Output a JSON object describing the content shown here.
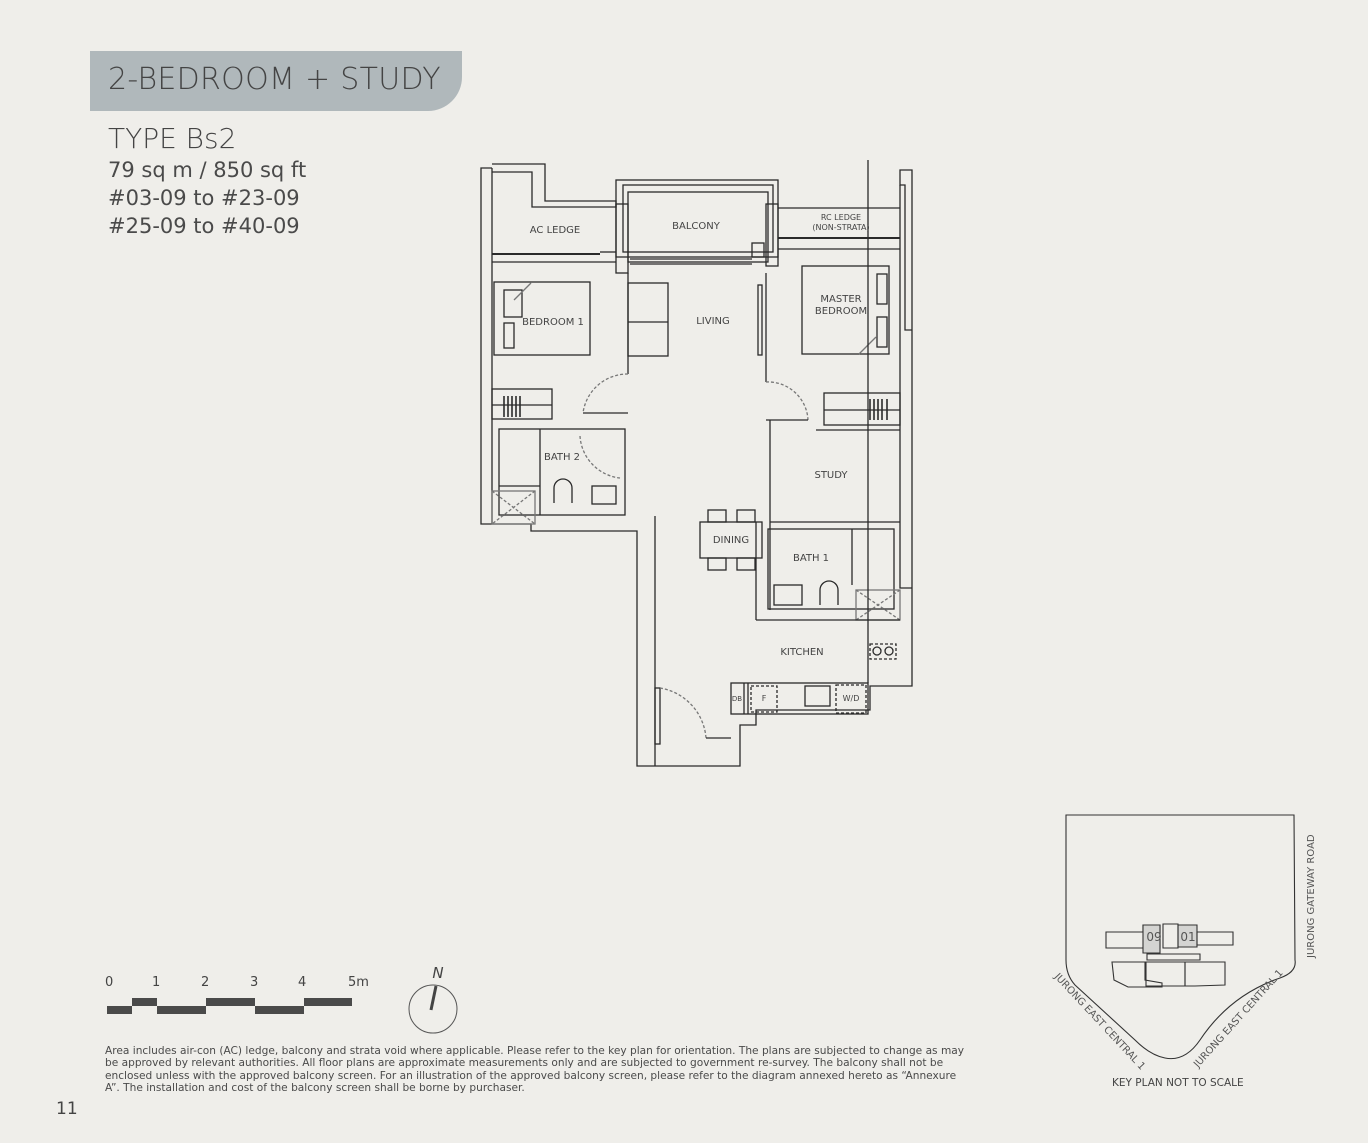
{
  "banner": {
    "title": "2-BEDROOM + STUDY"
  },
  "unit": {
    "type": "TYPE Bs2",
    "area": "79 sq m / 850 sq ft",
    "units_range_1": "#03-09 to #23-09",
    "units_range_2": "#25-09 to #40-09"
  },
  "floor_plan": {
    "rooms": {
      "ac_ledge": "AC LEDGE",
      "balcony": "BALCONY",
      "rc_ledge_line1": "RC LEDGE",
      "rc_ledge_line2": "(NON-STRATA)",
      "bedroom1": "BEDROOM 1",
      "living": "LIVING",
      "master_line1": "MASTER",
      "master_line2": "BEDROOM",
      "bath2": "BATH 2",
      "study": "STUDY",
      "dining": "DINING",
      "bath1": "BATH 1",
      "kitchen": "KITCHEN"
    },
    "fixtures": {
      "db": "DB",
      "fridge": "F",
      "washer_dryer": "W/D"
    }
  },
  "scale_bar": {
    "labels": [
      "0",
      "1",
      "2",
      "3",
      "4",
      "5m"
    ]
  },
  "compass": {
    "label": "N"
  },
  "disclaimer": "Area includes air-con (AC) ledge, balcony and strata void where applicable. Please refer to the key plan for orientation. The plans are subjected to change as may be approved by relevant authorities. All floor plans are approximate measurements only and are subjected to government re-survey. The balcony shall not be enclosed unless with the approved balcony screen. For an illustration of the approved balcony screen, please refer to the diagram annexed hereto as “Annexure A”. The installation and cost of the balcony screen shall be borne by purchaser.",
  "page_number": "11",
  "key_plan": {
    "units": [
      "09",
      "01"
    ],
    "roads": {
      "gateway": "JURONG GATEWAY ROAD",
      "east_central_left": "JURONG EAST CENTRAL 1",
      "east_central_right": "JURONG EAST CENTRAL 1"
    },
    "caption": "KEY PLAN NOT TO SCALE",
    "highlight_color": "#d4d4d2"
  }
}
